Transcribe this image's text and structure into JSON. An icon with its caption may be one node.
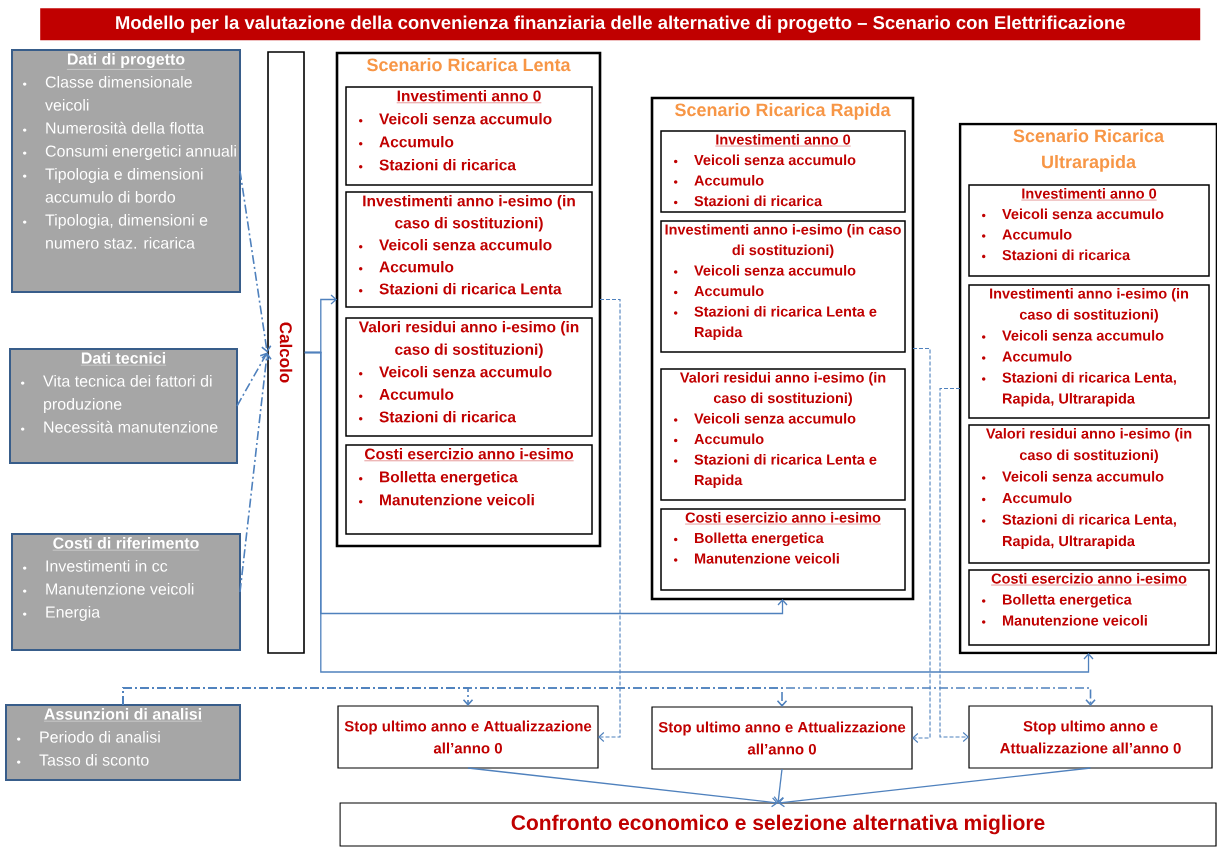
{
  "diagram": {
    "title": "Modello per la valutazione della convenienza finanziaria delle alternative di progetto – Scenario con Elettrificazione",
    "nodes": [
      {
        "text": [
          "Dati di progetto",
          "Classe dimensionale veicoli",
          "Numerosità della flotta",
          "Consumi energetici annuali",
          "Tipologia e dimensioni accumulo di bordo",
          "Tipologia,  dimensioni e numero  staz. ricarica"
        ]
      },
      {
        "text": [
          "Dati tecnici",
          "Vita tecnica dei fattori di produzione",
          "Necessità manutenzione"
        ]
      },
      {
        "text": [
          "Costi di riferimento",
          "Investimenti in cc",
          "Manutenzione veicoli",
          "Energia"
        ]
      },
      {
        "text": [
          "Assunzioni  di analisi",
          "Periodo di analisi",
          "Tasso di sconto"
        ]
      },
      {
        "text": [
          "Calcolo"
        ]
      },
      {
        "text": [
          "Scenario Ricarica Lenta"
        ]
      },
      {
        "text": [
          "Investimenti anno 0",
          "Veicoli senza accumulo",
          "Accumulo",
          "Stazioni di ricarica"
        ],
        "in": 5
      },
      {
        "text": [
          "Investimenti anno i-esimo (in caso di sostituzioni)",
          "Veicoli senza accumulo",
          "Accumulo",
          "Stazioni di ricarica Lenta"
        ],
        "in": 5
      },
      {
        "text": [
          "Valori residui anno i-esimo (in caso di sostituzioni)",
          "Veicoli senza accumulo",
          "Accumulo",
          "Stazioni di ricarica"
        ],
        "in": 5
      },
      {
        "text": [
          "Costi esercizio anno i-esimo",
          "Bolletta energetica",
          "Manutenzione veicoli"
        ],
        "in": 5
      },
      {
        "text": [
          "Scenario Ricarica Rapida"
        ]
      },
      {
        "text": [
          "Investimenti anno 0",
          "Veicoli senza accumulo",
          "Accumulo",
          "Stazioni di ricarica"
        ],
        "in": 10
      },
      {
        "text": [
          "Investimenti anno i-esimo (in caso di sostituzioni)",
          "Veicoli senza accumulo",
          "Accumulo",
          "Stazioni di ricarica Lenta e Rapida"
        ],
        "in": 10
      },
      {
        "text": [
          "Valori residui anno i-esimo (in caso di sostituzioni)",
          "Veicoli senza accumulo",
          "Accumulo",
          "Stazioni di ricarica Lenta e Rapida"
        ],
        "in": 10
      },
      {
        "text": [
          "Costi esercizio anno i-esimo",
          "Bolletta energetica",
          "Manutenzione veicoli"
        ],
        "in": 10
      },
      {
        "text": [
          "Scenario Ricarica Ultrarapida"
        ]
      },
      {
        "text": [
          "Investimenti anno 0",
          "Veicoli senza accumulo",
          "Accumulo",
          "Stazioni di ricarica"
        ],
        "in": 15
      },
      {
        "text": [
          "Investimenti anno i-esimo (in caso di sostituzioni)",
          "Veicoli senza accumulo",
          "Accumulo",
          "Stazioni di ricarica Lenta, Rapida, Ultrarapida"
        ],
        "in": 15
      },
      {
        "text": [
          "Valori residui anno i-esimo (in caso di sostituzioni)",
          "Veicoli senza accumulo",
          "Accumulo",
          "Stazioni di ricarica  Lenta, Rapida, Ultrarapida"
        ],
        "in": 15
      },
      {
        "text": [
          "Costi esercizio anno i-esimo",
          "Bolletta energetica",
          "Manutenzione veicoli"
        ],
        "in": 15
      },
      {
        "text": [
          "Stop ultimo anno e Attualizzazione  all’anno  0"
        ]
      },
      {
        "text": [
          "Stop ultimo anno e Attualizzazione  all’anno  0"
        ]
      },
      {
        "text": [
          "Stop ultimo anno e Attualizzazione  all’anno  0"
        ]
      },
      {
        "text": [
          "Confronto economico e selezione alternativa migliore"
        ]
      }
    ],
    "edges": [
      {
        "from": 0,
        "to": 4,
        "arrow": "to",
        "style": "dashed"
      },
      {
        "from": 1,
        "to": 4,
        "arrow": "to",
        "style": "dashed"
      },
      {
        "from": 2,
        "to": 4,
        "arrow": "to",
        "style": "dashed"
      },
      {
        "from": 4,
        "to": 5,
        "arrow": "to"
      },
      {
        "from": 4,
        "to": 10,
        "arrow": "to"
      },
      {
        "from": 4,
        "to": 15,
        "arrow": "to"
      },
      {
        "from": 3,
        "to": 20,
        "arrow": "to",
        "style": "dashed"
      },
      {
        "from": 3,
        "to": 21,
        "arrow": "to",
        "style": "dashed"
      },
      {
        "from": 3,
        "to": 22,
        "arrow": "to",
        "style": "dashed"
      },
      {
        "from": 5,
        "to": 20,
        "arrow": "to",
        "style": "dashed"
      },
      {
        "from": 10,
        "to": 21,
        "arrow": "to",
        "style": "dashed"
      },
      {
        "from": 15,
        "to": 22,
        "arrow": "to",
        "style": "dashed"
      },
      {
        "from": 20,
        "to": 23,
        "arrow": "to"
      },
      {
        "from": 21,
        "to": 23,
        "arrow": "to"
      },
      {
        "from": 22,
        "to": 23,
        "arrow": "to"
      }
    ]
  }
}
